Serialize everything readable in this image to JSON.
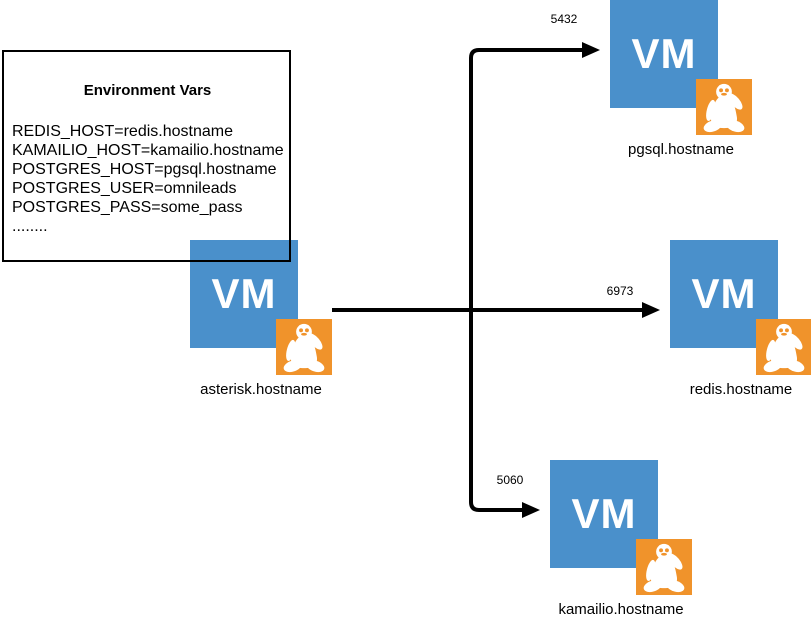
{
  "env_box": {
    "title": "Environment Vars",
    "lines": [
      "REDIS_HOST=redis.hostname",
      "KAMAILIO_HOST=kamailio.hostname",
      "POSTGRES_HOST=pgsql.hostname",
      "POSTGRES_USER=omnileads",
      "POSTGRES_PASS=some_pass",
      "........"
    ]
  },
  "nodes": [
    {
      "id": "asterisk",
      "vm_text": "VM",
      "label": "asterisk.hostname"
    },
    {
      "id": "pgsql",
      "vm_text": "VM",
      "label": "pgsql.hostname"
    },
    {
      "id": "redis",
      "vm_text": "VM",
      "label": "redis.hostname"
    },
    {
      "id": "kamailio",
      "vm_text": "VM",
      "label": "kamailio.hostname"
    }
  ],
  "connections": [
    {
      "from": "asterisk.hostname",
      "to": "pgsql.hostname",
      "port": "5432"
    },
    {
      "from": "asterisk.hostname",
      "to": "redis.hostname",
      "port": "6973"
    },
    {
      "from": "asterisk.hostname",
      "to": "kamailio.hostname",
      "port": "5060"
    }
  ],
  "colors": {
    "vm_blue": "#4A90CB",
    "tux_orange": "#F0932B",
    "connector": "#000000"
  }
}
